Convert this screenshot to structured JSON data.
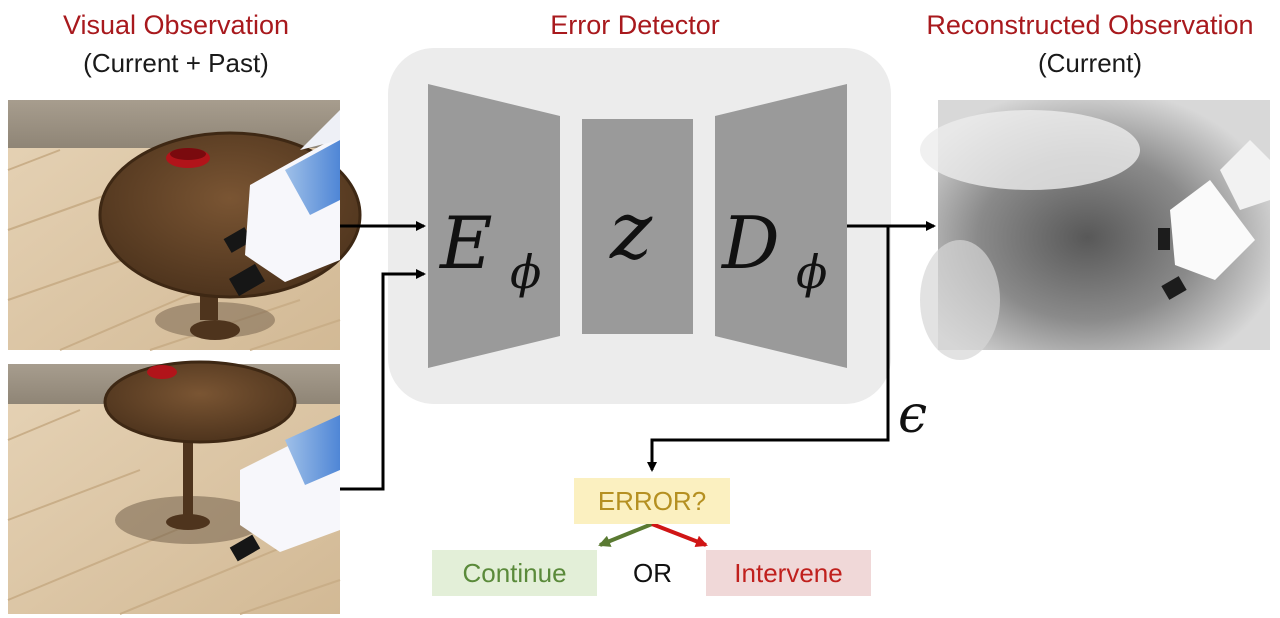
{
  "left_panel": {
    "title": "Visual Observation",
    "subtitle": "(Current + Past)"
  },
  "center_panel": {
    "title": "Error Detector",
    "encoder_symbol": "E",
    "encoder_subscript": "ϕ",
    "latent_symbol": "z",
    "decoder_symbol": "D",
    "decoder_subscript": "ϕ"
  },
  "right_panel": {
    "title": "Reconstructed Observation",
    "subtitle": "(Current)"
  },
  "error_symbol": "ϵ",
  "decision": {
    "question": "ERROR?",
    "continue_label": "Continue",
    "or_label": "OR",
    "intervene_label": "Intervene"
  },
  "colors": {
    "title_red": "#a8191d",
    "question_fill": "#fbf0c0",
    "question_text": "#b59021",
    "continue_fill": "#e3efd8",
    "continue_text": "#5a8a3a",
    "intervene_fill": "#f0d8d8",
    "intervene_text": "#c0201d",
    "continue_arrow": "#5a7a32",
    "intervene_arrow": "#d01515"
  }
}
